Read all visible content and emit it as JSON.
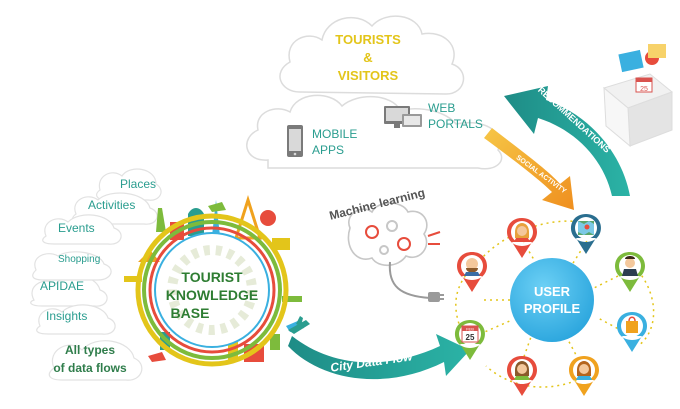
{
  "tourists": {
    "line1": "TOURISTS",
    "line2": "&",
    "line3": "VISITORS"
  },
  "channels": {
    "mobile": {
      "line1": "MOBILE",
      "line2": "APPS"
    },
    "web": {
      "line1": "WEB",
      "line2": "PORTALS"
    }
  },
  "data_sources": [
    "Places",
    "Activities",
    "Events",
    "Shopping",
    "APIDAE",
    "Insights"
  ],
  "all_flows": {
    "line1": "All types",
    "line2": "of data flows"
  },
  "knowledge_base": {
    "line1": "TOURIST",
    "line2": "KNOWLEDGE",
    "line3": "BASE"
  },
  "machine_learning": "Machine learning",
  "city_data_flow": "City Data Flow",
  "social_activity": "SOCIAL ACTIVITY",
  "recommendations": "RECOMMENDATIONS",
  "user_profile": {
    "line1": "USER",
    "line2": "PROFILE"
  },
  "calendar": {
    "month": "FEB",
    "day": "25"
  },
  "box_calendar_day": "25",
  "colors": {
    "teal": "#2a9d8f",
    "blue": "#3ab0e0",
    "yellow": "#e3c51a",
    "orange": "#f0a21e",
    "red": "#e74c3c",
    "green": "#7dbb3c",
    "grey": "#6e6e6e"
  }
}
